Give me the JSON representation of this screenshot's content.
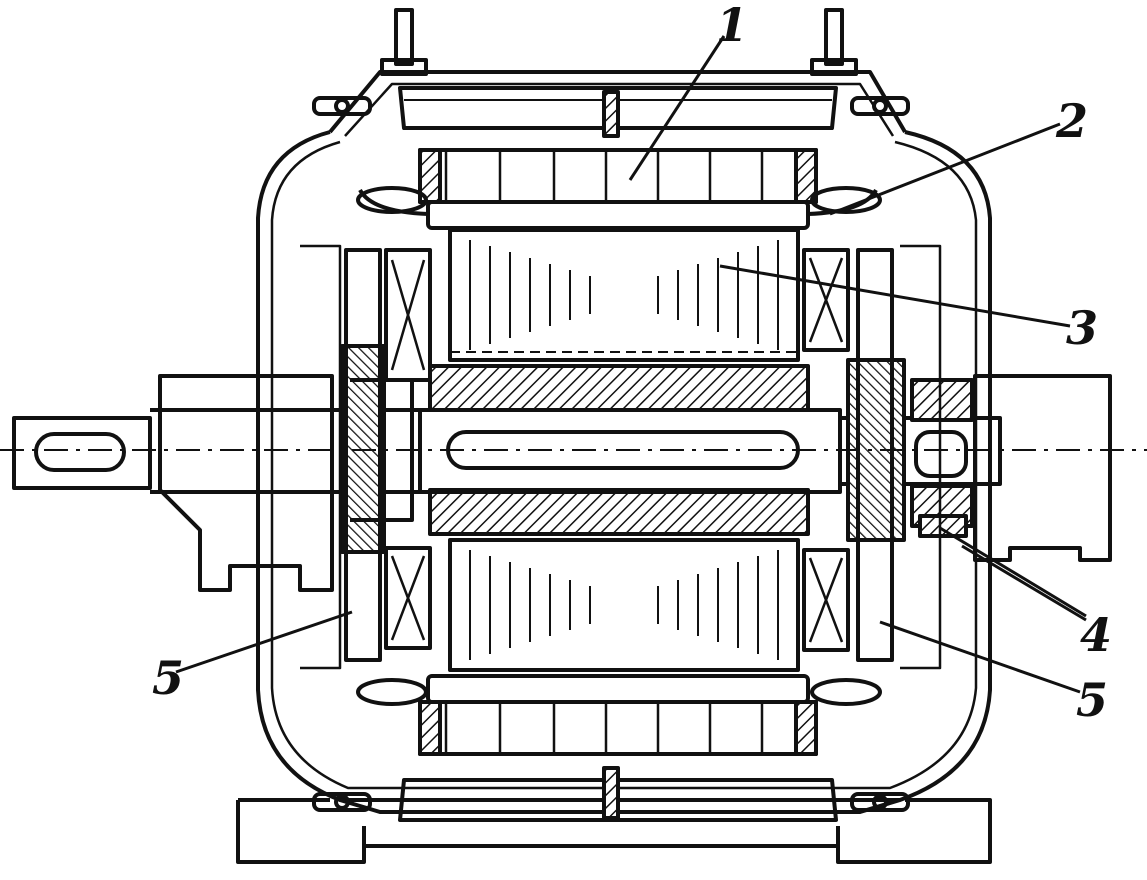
{
  "callouts": {
    "stator_winding": "1",
    "stator_core": "2",
    "rotor_core": "3",
    "slip_rings": "4",
    "fan_left": "5",
    "fan_right": "5"
  },
  "colors": {
    "ink": "#111111",
    "paper": "#ffffff"
  }
}
